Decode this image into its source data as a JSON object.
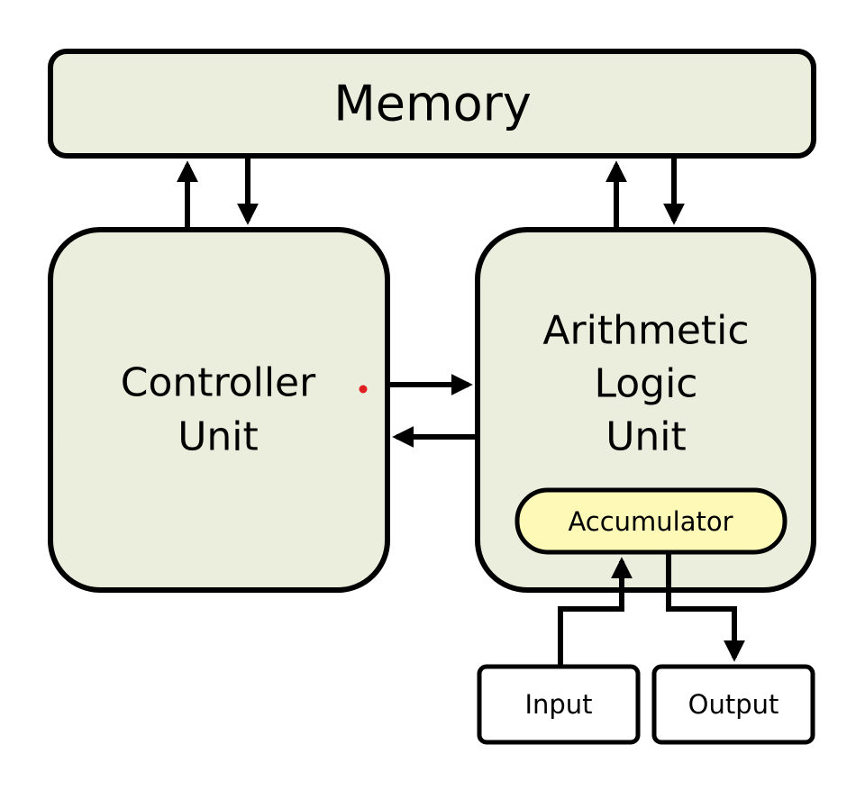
{
  "diagram": {
    "memory": {
      "label": "Memory"
    },
    "controller": {
      "lines": [
        "Controller",
        "Unit"
      ]
    },
    "alu": {
      "lines": [
        "Arithmetic",
        "Logic",
        "Unit"
      ]
    },
    "accumulator": {
      "label": "Accumulator"
    },
    "input": {
      "label": "Input"
    },
    "output": {
      "label": "Output"
    },
    "colors": {
      "block_fill": "#ebeedd",
      "accumulator_fill": "#fff9b8",
      "stroke": "#000000",
      "marker_dot": "#e02020"
    }
  }
}
